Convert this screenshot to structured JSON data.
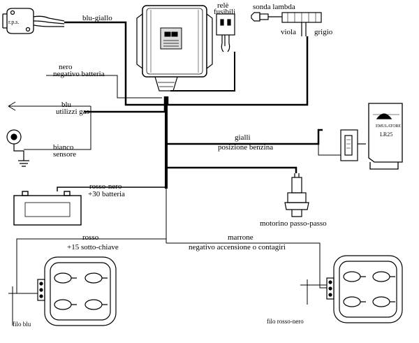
{
  "labels": {
    "rps": "r.p.s.",
    "blu_giallo": "blu-giallo",
    "rele_fusibili_1": "relè",
    "rele_fusibili_2": "fusibili",
    "sonda_lambda": "sonda lambda",
    "viola": "viola",
    "grigio": "grigio",
    "nero": "nero",
    "negativo_batteria": "negativo batteria",
    "blu": "blu",
    "utilizzi_gas": "utilizzi gas",
    "bianco": "bianco",
    "sensore": "sensore",
    "gialli": "gialli",
    "posizione_benzina": "posizione benzina",
    "rosso_nero": "rosso-nero",
    "piu30_batteria": "+30 batteria",
    "motorino": "motorino passo-passo",
    "rosso": "rosso",
    "piu15_sotto_chiave": "+15 sotto-chiave",
    "marrone": "marrone",
    "negativo_accensione": "negativo accensione o contagiri",
    "filo_blu": "filo blu",
    "filo_rosso_nero": "filo rosso-nero",
    "emulatore": "EMULATORE",
    "lr25": "LR25"
  }
}
